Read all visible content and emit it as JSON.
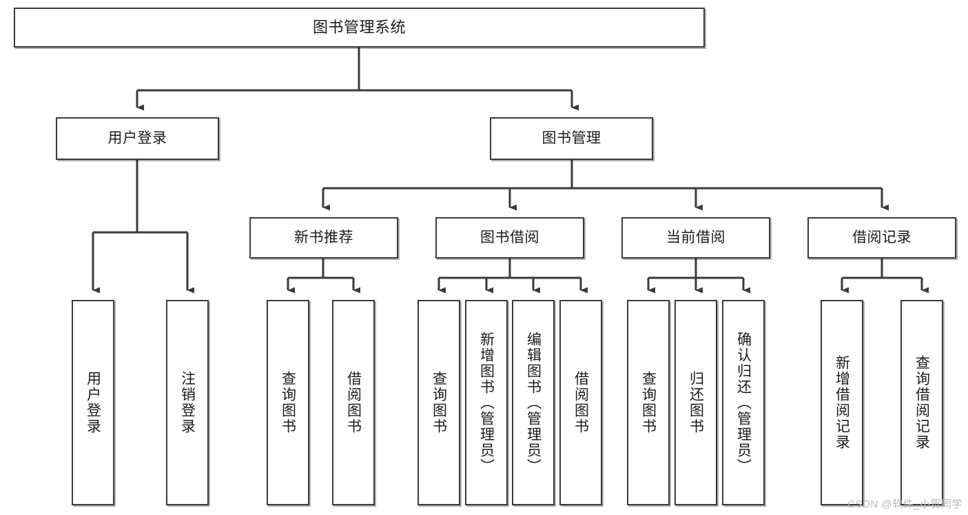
{
  "diagram": {
    "title": "图书管理系统",
    "type": "hierarchy-tree",
    "watermark": "CSDN @软件_小贺同学",
    "edge_color": "#3a3a3a",
    "box_border_color": "#3a3a3a",
    "box_fill": "#ffffff",
    "text_color": "#1b1b1b",
    "nodes": {
      "root": {
        "label": "图书管理系统",
        "level": 1
      },
      "user_login": {
        "label": "用户登录",
        "level": 2
      },
      "book_manage": {
        "label": "图书管理",
        "level": 2
      },
      "new_book_rec": {
        "label": "新书推荐",
        "level": 3
      },
      "book_borrow": {
        "label": "图书借阅",
        "level": 3
      },
      "current_borrow": {
        "label": "当前借阅",
        "level": 3
      },
      "borrow_record": {
        "label": "借阅记录",
        "level": 3
      },
      "leaf_user_login": {
        "label": "用户登录",
        "level": 4
      },
      "leaf_logout": {
        "label": "注销登录",
        "level": 4
      },
      "leaf_query_book_1": {
        "label": "查询图书",
        "level": 4
      },
      "leaf_borrow_book_1": {
        "label": "借阅图书",
        "level": 4
      },
      "leaf_query_book_2": {
        "label": "查询图书",
        "level": 4
      },
      "leaf_add_book": {
        "label": "新增图书（管理员）",
        "level": 4
      },
      "leaf_edit_book": {
        "label": "编辑图书（管理员）",
        "level": 4
      },
      "leaf_borrow_book_2": {
        "label": "借阅图书",
        "level": 4
      },
      "leaf_query_book_3": {
        "label": "查询图书",
        "level": 4
      },
      "leaf_return_book": {
        "label": "归还图书",
        "level": 4
      },
      "leaf_confirm_return": {
        "label": "确认归还（管理员）",
        "level": 4
      },
      "leaf_add_record": {
        "label": "新增借阅记录",
        "level": 4
      },
      "leaf_query_record": {
        "label": "查询借阅记录",
        "level": 4
      }
    },
    "edges": [
      {
        "from": "root",
        "to": "user_login"
      },
      {
        "from": "root",
        "to": "book_manage"
      },
      {
        "from": "user_login",
        "to": "leaf_user_login"
      },
      {
        "from": "user_login",
        "to": "leaf_logout"
      },
      {
        "from": "book_manage",
        "to": "new_book_rec"
      },
      {
        "from": "book_manage",
        "to": "book_borrow"
      },
      {
        "from": "book_manage",
        "to": "current_borrow"
      },
      {
        "from": "book_manage",
        "to": "borrow_record"
      },
      {
        "from": "new_book_rec",
        "to": "leaf_query_book_1"
      },
      {
        "from": "new_book_rec",
        "to": "leaf_borrow_book_1"
      },
      {
        "from": "book_borrow",
        "to": "leaf_query_book_2"
      },
      {
        "from": "book_borrow",
        "to": "leaf_add_book"
      },
      {
        "from": "book_borrow",
        "to": "leaf_edit_book"
      },
      {
        "from": "book_borrow",
        "to": "leaf_borrow_book_2"
      },
      {
        "from": "current_borrow",
        "to": "leaf_query_book_3"
      },
      {
        "from": "current_borrow",
        "to": "leaf_return_book"
      },
      {
        "from": "current_borrow",
        "to": "leaf_confirm_return"
      },
      {
        "from": "borrow_record",
        "to": "leaf_add_record"
      },
      {
        "from": "borrow_record",
        "to": "leaf_query_record"
      }
    ]
  }
}
